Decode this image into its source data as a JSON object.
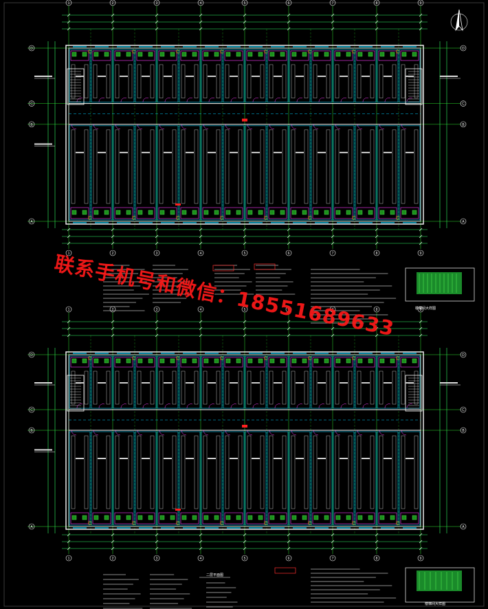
{
  "drawing": {
    "background": "#000000",
    "colors": {
      "axis": "#2ee62e",
      "wall": "#ffffff",
      "room": "#00d0ff",
      "fixture": "#ff3cff",
      "dim": "#33ff66",
      "grid_bubble": "#ffffff",
      "accent": "#ffcc00",
      "red": "#ff2020"
    },
    "axis_labels_top": [
      "1",
      "2",
      "3",
      "4",
      "5",
      "6",
      "7",
      "8",
      "9"
    ],
    "axis_labels_side": [
      "A",
      "B",
      "C",
      "D"
    ],
    "plan1_title": "",
    "plan2_title": "二层平面图",
    "north_arrow": "north-arrow-icon"
  },
  "watermark": {
    "text": "联系手机号和微信：18551689633"
  },
  "legend_boxes": [
    {
      "label": "楼梯间大样图"
    },
    {
      "label": "楼梯间大样图"
    }
  ]
}
